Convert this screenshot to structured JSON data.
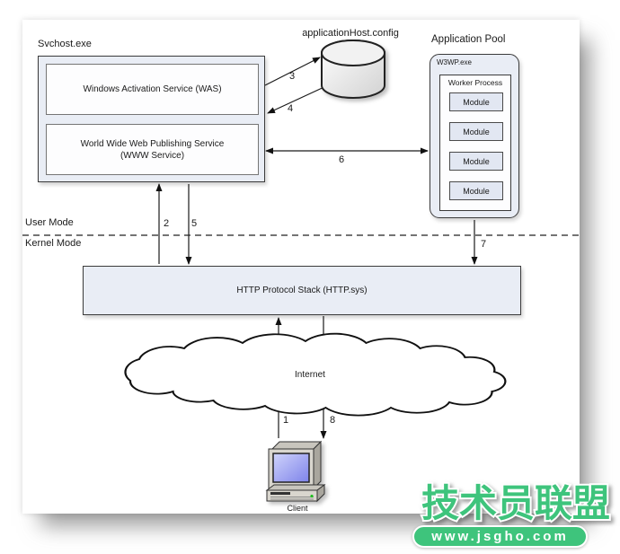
{
  "diagram": {
    "svchost": {
      "title": "Svchost.exe",
      "was_label": "Windows Activation Service (WAS)",
      "www_label_line1": "World Wide Web Publishing Service",
      "www_label_line2": "(WWW Service)"
    },
    "config_store": {
      "label": "applicationHost.config"
    },
    "app_pool": {
      "title": "Application Pool",
      "process_label": "W3WP.exe",
      "worker_label": "Worker Process",
      "modules": [
        "Module",
        "Module",
        "Module",
        "Module"
      ]
    },
    "modes": {
      "user": "User Mode",
      "kernel": "Kernel Mode"
    },
    "http_stack": {
      "label": "HTTP Protocol Stack (HTTP.sys)"
    },
    "internet": {
      "label": "Internet"
    },
    "client": {
      "label": "Client"
    },
    "steps": {
      "s1": "1",
      "s2": "2",
      "s3": "3",
      "s4": "4",
      "s5": "5",
      "s6": "6",
      "s7": "7",
      "s8": "8"
    }
  },
  "watermark": {
    "brand": "技术员联盟",
    "site": "www.jsgho.com",
    "green": "#3ec47c"
  },
  "colors": {
    "box_fill": "#e9edf5",
    "module_fill": "#e2e7f2",
    "border_dark": "#3b3b3b",
    "border_gray": "#757575",
    "line": "#1a1a1a",
    "screen_gradient_top": "#d0d4fb",
    "screen_gradient_bottom": "#7e83ea"
  }
}
